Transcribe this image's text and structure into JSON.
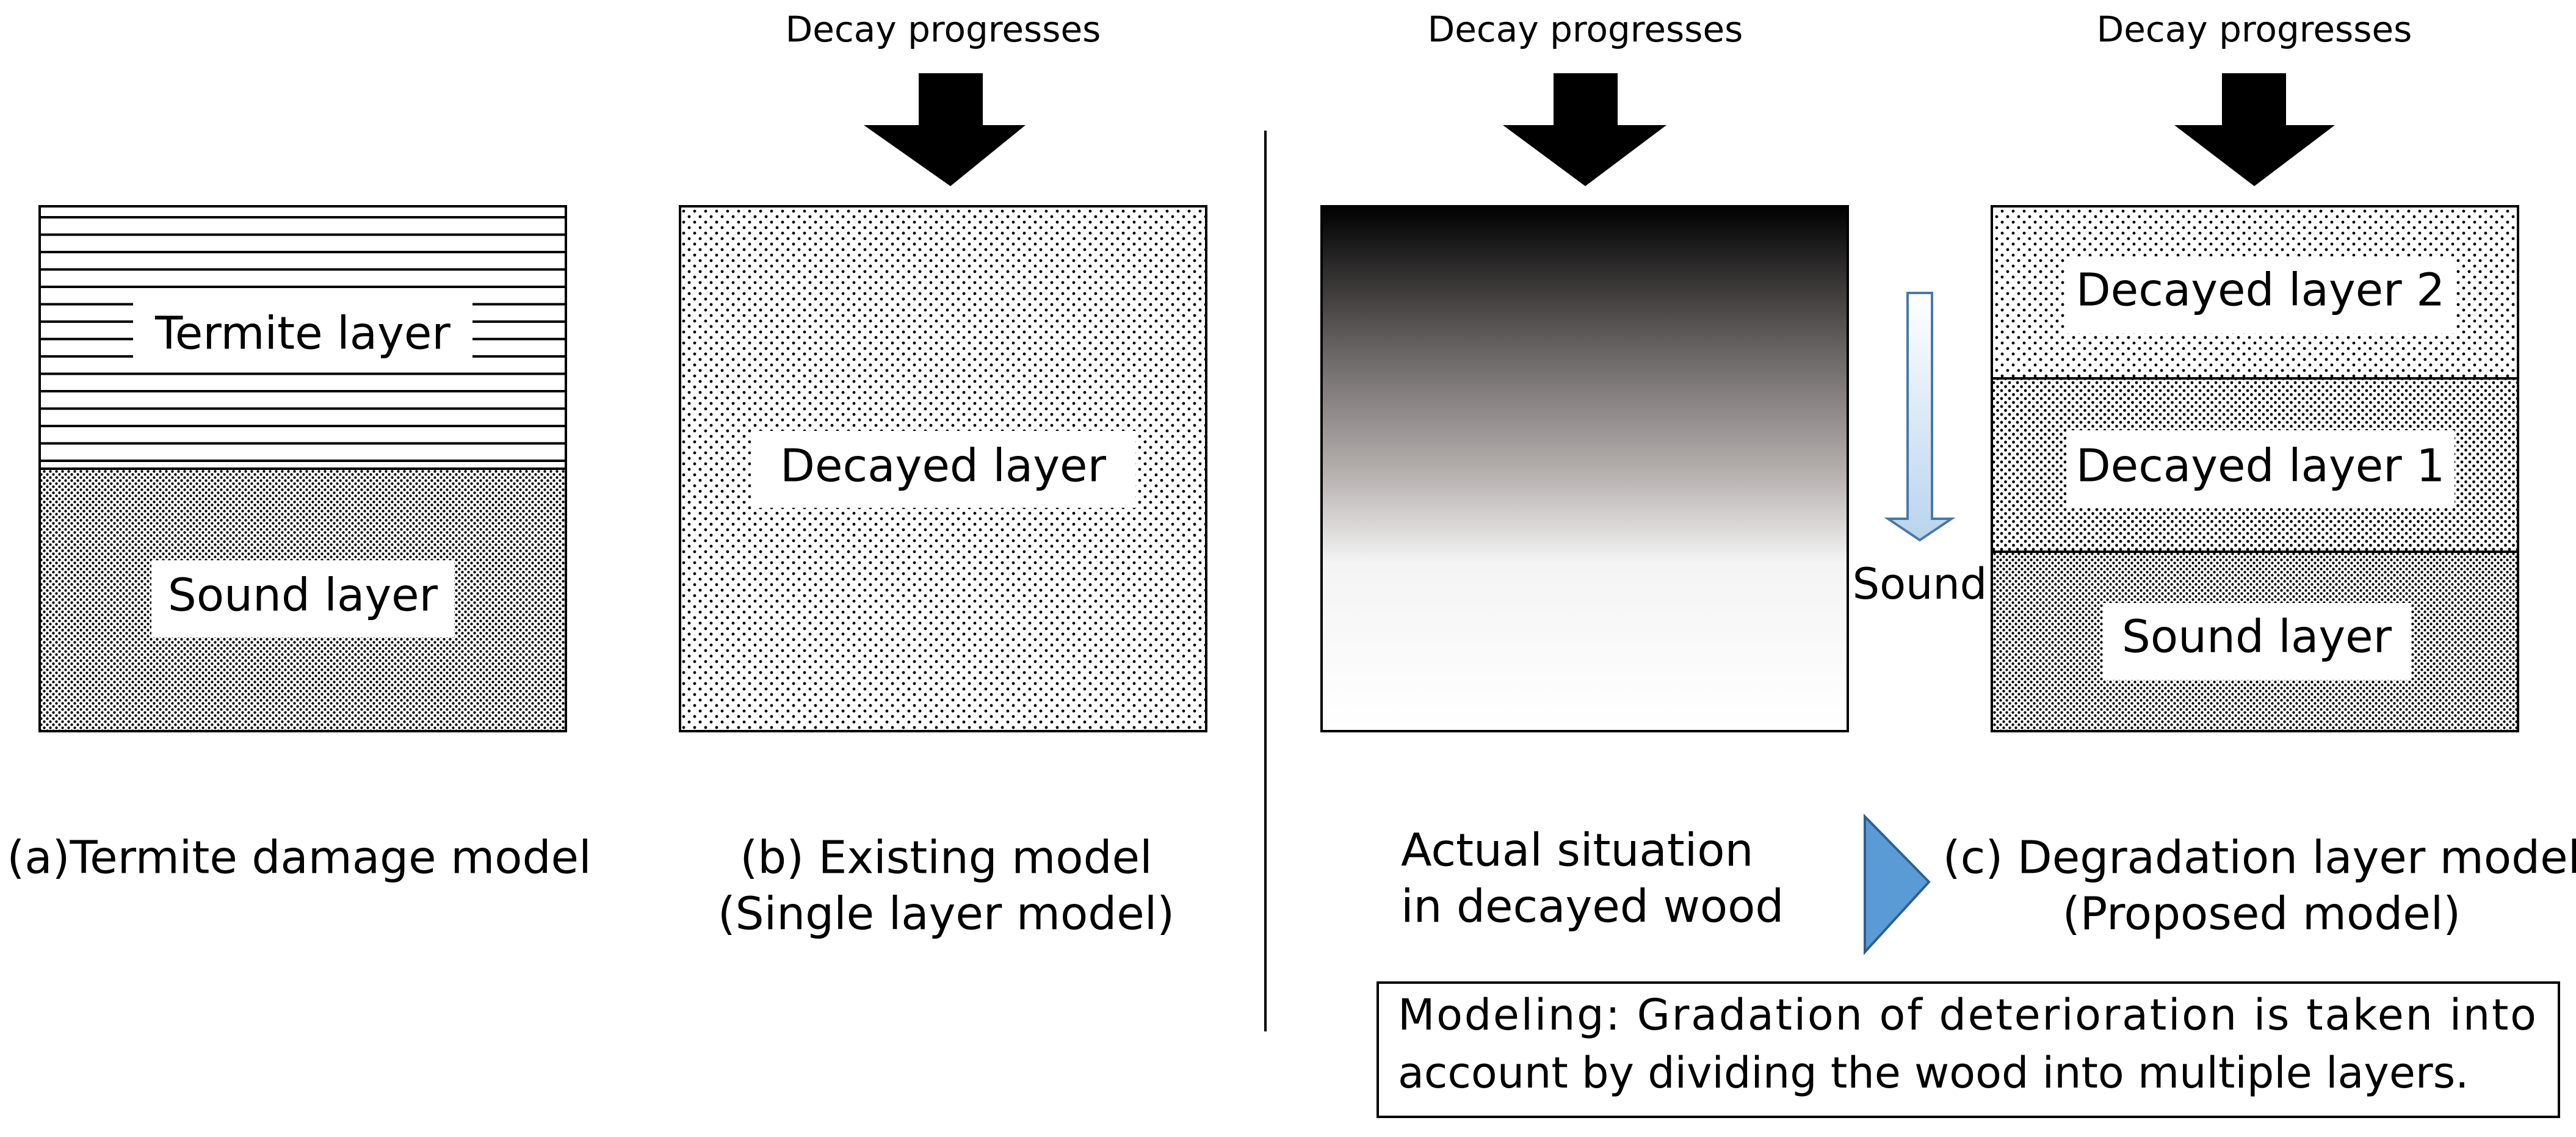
{
  "arrows": {
    "decay_label": "Decay progresses"
  },
  "panel_a": {
    "top_layer": "Termite layer",
    "bottom_layer": "Sound layer",
    "caption": "(a)Termite damage model"
  },
  "panel_b": {
    "layer": "Decayed layer",
    "caption_line1": "(b) Existing model",
    "caption_line2": "(Single layer model)"
  },
  "panel_actual": {
    "sound_label": "Sound",
    "caption_line1": "Actual situation",
    "caption_line2": "in decayed wood"
  },
  "panel_c": {
    "layer_top": "Decayed layer 2",
    "layer_middle": "Decayed layer 1",
    "layer_bottom": "Sound layer",
    "caption_line1": "(c) Degradation layer model",
    "caption_line2": "(Proposed model)"
  },
  "modeling_note": {
    "line1": "Modeling: Gradation of deterioration is taken into",
    "line2": "account by dividing the wood into multiple layers."
  },
  "colors": {
    "ink": "#000000",
    "transition_arrow_fill": "#5b9bd5",
    "sound_arrow_top": "#ffffff",
    "sound_arrow_bottom": "#b9d3ee",
    "sound_arrow_stroke": "#4a78a8"
  }
}
